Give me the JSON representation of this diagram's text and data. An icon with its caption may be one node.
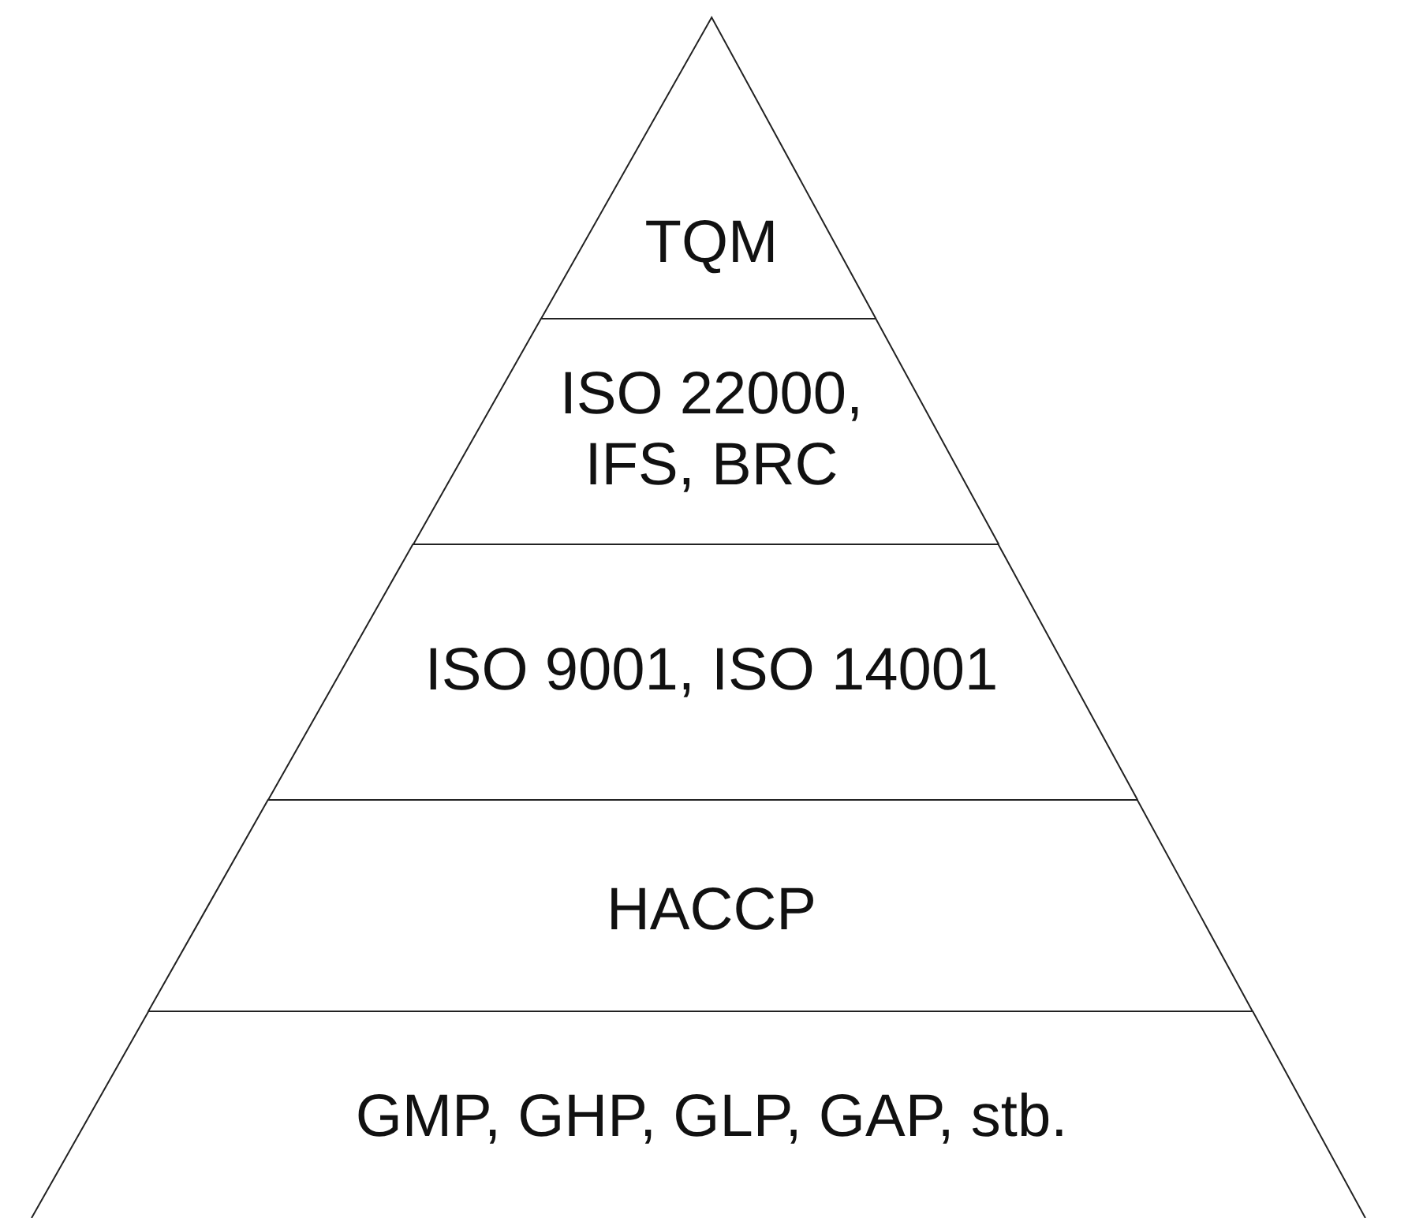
{
  "diagram": {
    "nodes": [
      {
        "text": [
          "TQM"
        ]
      },
      {
        "text": [
          "ISO 22000, IFS, BRC"
        ]
      },
      {
        "text": [
          "ISO 9001, ISO 14001"
        ]
      },
      {
        "text": [
          "HACCP"
        ]
      },
      {
        "text": [
          "GMP, GHP, GLP, GAP, stb."
        ]
      }
    ]
  }
}
